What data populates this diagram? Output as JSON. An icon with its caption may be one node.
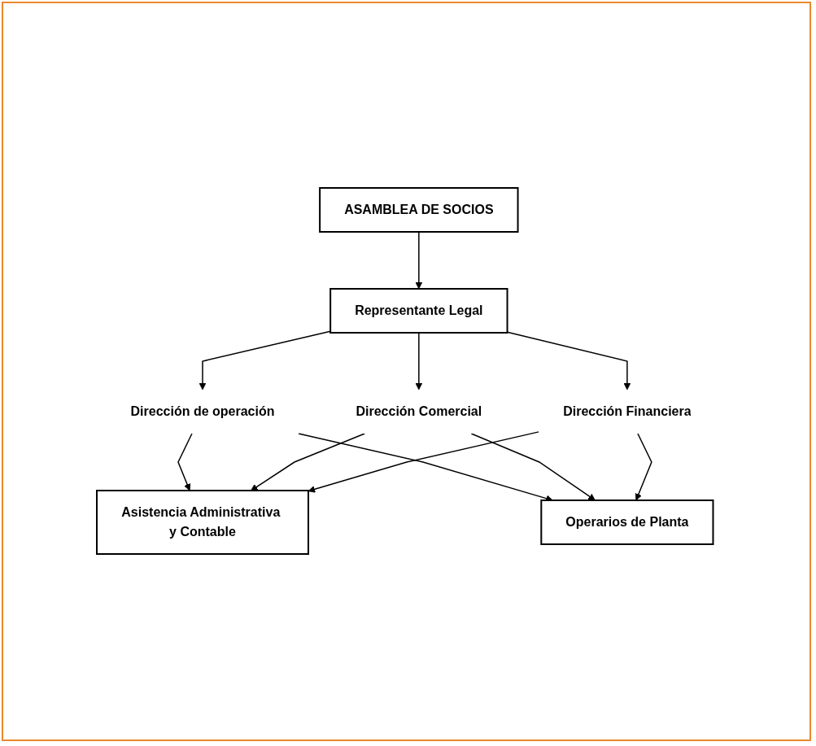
{
  "diagram": {
    "nodes": [
      {
        "text": [
          "ASAMBLEA DE SOCIOS"
        ]
      },
      {
        "text": [
          "Representante Legal"
        ]
      },
      {
        "text": [
          "Dirección de operación"
        ]
      },
      {
        "text": [
          "Dirección Comercial"
        ]
      },
      {
        "text": [
          "Dirección Financiera"
        ]
      },
      {
        "text": [
          "Asistencia Administrativa y Contable"
        ]
      },
      {
        "text": [
          "Operarios de Planta"
        ]
      }
    ],
    "edges": [
      {
        "from": 0,
        "to": 1,
        "arrow": "to"
      },
      {
        "from": 1,
        "to": 2,
        "arrow": "to"
      },
      {
        "from": 1,
        "to": 3,
        "arrow": "to"
      },
      {
        "from": 1,
        "to": 4,
        "arrow": "to"
      },
      {
        "from": 2,
        "to": 5,
        "arrow": "to"
      },
      {
        "from": 3,
        "to": 5,
        "arrow": "to"
      },
      {
        "from": 4,
        "to": 5,
        "arrow": "to"
      },
      {
        "from": 2,
        "to": 6,
        "arrow": "to"
      },
      {
        "from": 3,
        "to": 6,
        "arrow": "to"
      },
      {
        "from": 4,
        "to": 6,
        "arrow": "to"
      }
    ]
  }
}
